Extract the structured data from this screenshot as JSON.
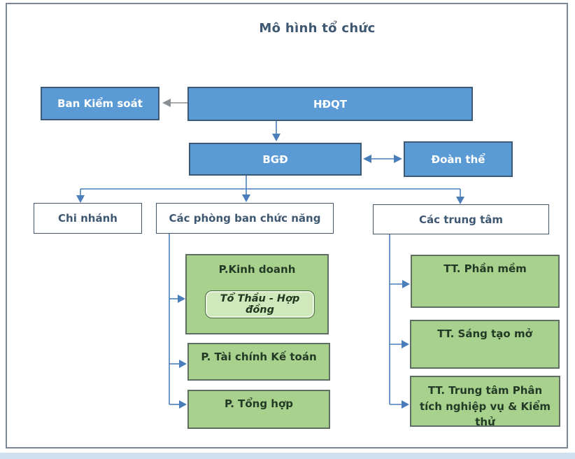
{
  "title": "Mô hình tổ chức",
  "colors": {
    "node_blue": "#5b9bd5",
    "node_blue_border": "#3c5a76",
    "node_green": "#a9d18e",
    "node_green_border": "#5f6d63",
    "inner_green": "#cfe8bc",
    "white_node_border": "#44546a",
    "title_text": "#3f5872",
    "connector_blue": "#4a7ebb",
    "connector_gray": "#8a8f94",
    "outer_border": "#7b8794",
    "footer_strip": "#cddff0"
  },
  "nodes": {
    "ban_kiem_soat": "Ban Kiểm soát",
    "hdqt": "HĐQT",
    "bgd": "BGĐ",
    "doan_the": "Đoàn thể",
    "chi_nhanh": "Chi nhánh",
    "cac_phong_ban": "Các phòng ban chức năng",
    "cac_trung_tam": "Các trung tâm",
    "p_kinh_doanh": "P.Kinh doanh",
    "to_thau": "Tổ Thầu - Hợp đồng",
    "p_tai_chinh": "P. Tài chính Kế toán",
    "p_tong_hop": "P. Tổng hợp",
    "tt_phan_mem": "TT. Phần mềm",
    "tt_sang_tao": "TT. Sáng tạo mở",
    "tt_phan_tich": "TT.  Trung tâm Phân tích nghiệp vụ & Kiểm thử"
  }
}
